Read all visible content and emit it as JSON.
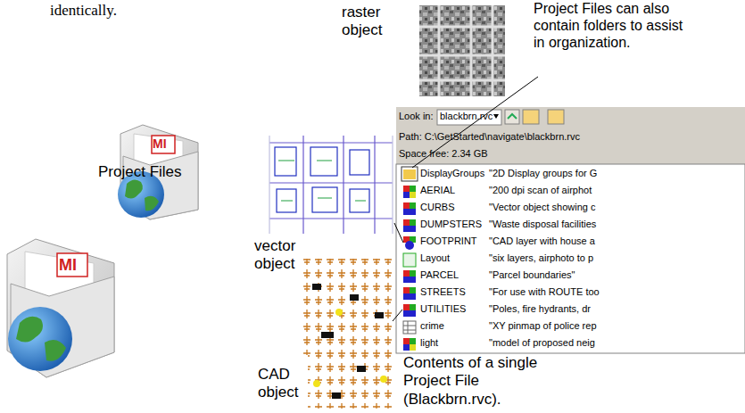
{
  "diagram": {
    "labels": [
      "identically.",
      "raster object",
      "Project Files can also contain folders to assist in organization.",
      "MI",
      "Project Files",
      "MI",
      "vector object",
      "CAD object",
      "Look in:",
      "blackbrn.rvc",
      "Path: C:\\GetStarted\\navigate\\blackbrn.rvc",
      "Space free: 2.34 GB",
      "DisplayGroups",
      "\"2D Display groups for G",
      "AERIAL",
      "\"200 dpi scan of airphot",
      "CURBS",
      "\"Vector object showing c",
      "DUMPSTERS",
      "\"Waste disposal facilities",
      "FOOTPRINT",
      "\"CAD layer with house a",
      "Layout",
      "\"six layers, airphoto to p",
      "PARCEL",
      "\"Parcel boundaries\"",
      "STREETS",
      "\"For use with ROUTE too",
      "UTILITIES",
      "\"Poles, fire hydrants, dr",
      "crime",
      "\"XY pinmap of police rep",
      "light",
      "\"model of proposed neig",
      "Contents of a single Project File (Blackbrn.rvc)."
    ]
  }
}
